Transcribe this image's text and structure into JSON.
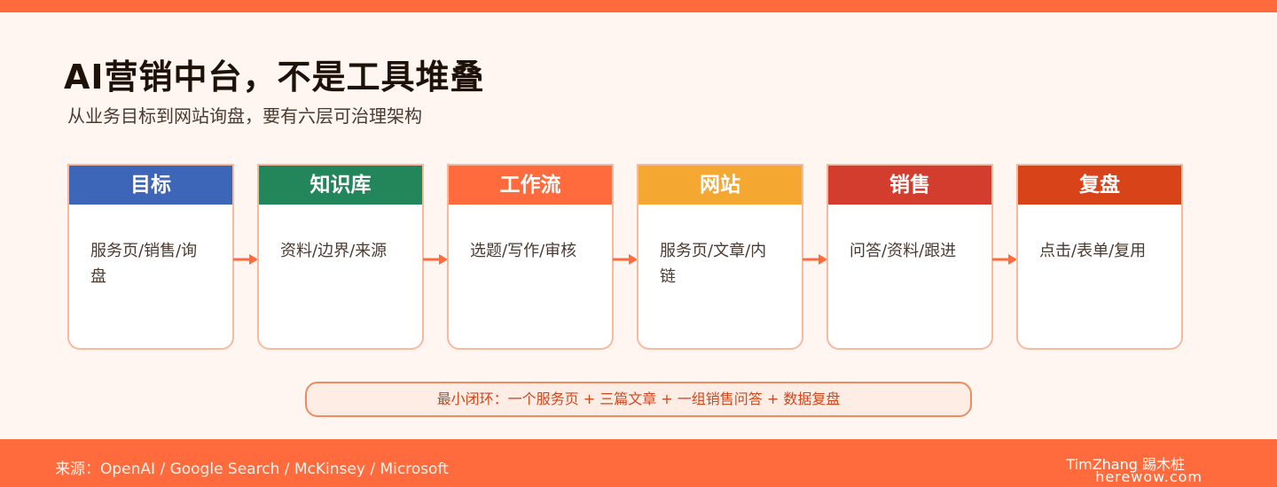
{
  "title": "AI营销中台，不是工具堆叠",
  "subtitle": "从业务目标到网站询盘，要有六层可治理架构",
  "stages": [
    {
      "name": "目标",
      "desc": "服务页/销售/询盘",
      "color": "#3E66B8"
    },
    {
      "name": "知识库",
      "desc": "资料/边界/来源",
      "color": "#23855A"
    },
    {
      "name": "工作流",
      "desc": "选题/写作/审核",
      "color": "#FF6B3D"
    },
    {
      "name": "网站",
      "desc": "服务页/文章/内链",
      "color": "#F4A832"
    },
    {
      "name": "销售",
      "desc": "问答/资料/跟进",
      "color": "#D23D2E"
    },
    {
      "name": "复盘",
      "desc": "点击/表单/复用",
      "color": "#D9431A"
    }
  ],
  "closed_loop": "最小闭环：一个服务页 + 三篇文章 + 一组销售问答 + 数据复盘",
  "footer": {
    "source": "来源：OpenAI / Google Search / McKinsey / Microsoft",
    "brand": "TimZhang 踢木桩",
    "site": "herewow.com"
  },
  "colors": {
    "accent": "#FF6B3D",
    "background": "#FFF5F1",
    "arrow": "#FF6B3D"
  }
}
